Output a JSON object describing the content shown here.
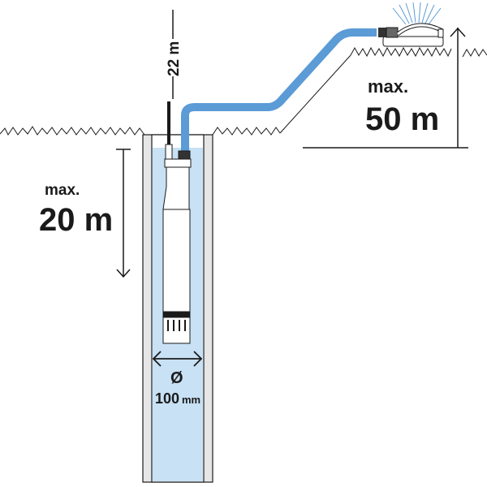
{
  "labels": {
    "cable_length": "22 m",
    "depth_prefix": "max.",
    "depth_value": "20 m",
    "height_prefix": "max.",
    "height_value": "50 m",
    "diameter_symbol": "Ø",
    "diameter_value": "100",
    "diameter_unit": "mm"
  },
  "colors": {
    "water": "#c8e1f4",
    "hose": "#5b9bd6",
    "wall": "#e6e6e6",
    "line": "#1a1a1a"
  }
}
